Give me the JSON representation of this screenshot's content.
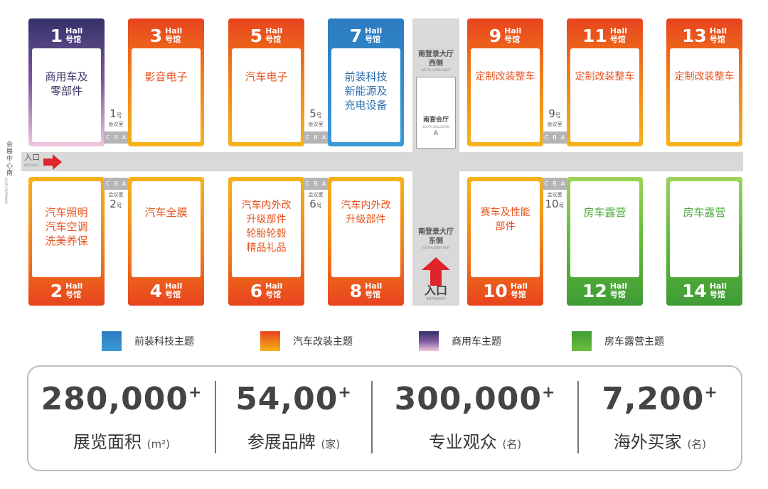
{
  "left_entrance": {
    "vertical_label": "会展中心南",
    "vertical_sub": "SOUTH ENTRANCE",
    "entry": "入口",
    "entry_sub": "ENTRANCE"
  },
  "halls": [
    {
      "num": "1",
      "hall": "Hall",
      "guan": "号馆",
      "desc": "商用车及\n零部件",
      "theme": "purple"
    },
    {
      "num": "3",
      "hall": "Hall",
      "guan": "号馆",
      "desc": "影音电子",
      "theme": "orange"
    },
    {
      "num": "5",
      "hall": "Hall",
      "guan": "号馆",
      "desc": "汽车电子",
      "theme": "orange"
    },
    {
      "num": "7",
      "hall": "Hall",
      "guan": "号馆",
      "desc": "前装科技\n新能源及\n充电设备",
      "theme": "blue"
    },
    {
      "num": "9",
      "hall": "Hall",
      "guan": "号馆",
      "desc": "定制改装整车",
      "theme": "orange"
    },
    {
      "num": "11",
      "hall": "Hall",
      "guan": "号馆",
      "desc": "定制改装整车",
      "theme": "orange"
    },
    {
      "num": "13",
      "hall": "Hall",
      "guan": "号馆",
      "desc": "定制改装整车",
      "theme": "orange"
    },
    {
      "num": "2",
      "hall": "Hall",
      "guan": "号馆",
      "desc": "汽车照明\n汽车空调\n洗美养保",
      "theme": "orange"
    },
    {
      "num": "4",
      "hall": "Hall",
      "guan": "号馆",
      "desc": "汽车全膜",
      "theme": "orange"
    },
    {
      "num": "6",
      "hall": "Hall",
      "guan": "号馆",
      "desc": "汽车内外改\n升级部件\n轮胎轮毂\n精品礼品",
      "theme": "orange"
    },
    {
      "num": "8",
      "hall": "Hall",
      "guan": "号馆",
      "desc": "汽车内外改\n升级部件",
      "theme": "orange"
    },
    {
      "num": "10",
      "hall": "Hall",
      "guan": "号馆",
      "desc": "赛车及性能\n部件",
      "theme": "orange"
    },
    {
      "num": "12",
      "hall": "Hall",
      "guan": "号馆",
      "desc": "房车露营",
      "theme": "green"
    },
    {
      "num": "14",
      "hall": "Hall",
      "guan": "号馆",
      "desc": "房车露营",
      "theme": "green"
    }
  ],
  "meeting_rooms": [
    {
      "num": "1",
      "hao": "号",
      "label": "会议室"
    },
    {
      "num": "5",
      "hao": "号",
      "label": "会议室"
    },
    {
      "num": "9",
      "hao": "号",
      "label": "会议室"
    },
    {
      "num": "2",
      "hao": "号",
      "label": "会议室"
    },
    {
      "num": "6",
      "hao": "号",
      "label": "会议室"
    },
    {
      "num": "10",
      "hao": "号",
      "label": "会议室"
    }
  ],
  "cba": [
    "C",
    "B",
    "A"
  ],
  "lobby": {
    "west": "南登录大厅\n西侧",
    "west_sub": "SOUTH LOBBY WEST",
    "ballroom": "南宴会厅",
    "ballroom_sub": "SOUTH BALLROOM",
    "ballroom_letter": "A",
    "east": "南登录大厅\n东侧",
    "east_sub": "SOUTH LOBBY EAST",
    "entry": "入口",
    "entry_sub": "ENTRANCE"
  },
  "legend": [
    {
      "label": "前装科技主题",
      "color": "#2f8fd0"
    },
    {
      "label": "汽车改装主题",
      "color": "#f07a1a"
    },
    {
      "label": "商用车主题",
      "color": "#6a4c8c"
    },
    {
      "label": "房车露营主题",
      "color": "#6cbf3d"
    }
  ],
  "stats": [
    {
      "value": "280,000",
      "plus": "+",
      "caption": "展览面积",
      "unit": "(m²)"
    },
    {
      "value": "54,00",
      "plus": "+",
      "caption": "参展品牌",
      "unit": "(家)"
    },
    {
      "value": "300,000",
      "plus": "+",
      "caption": "专业观众",
      "unit": "(名)"
    },
    {
      "value": "7,200",
      "plus": "+",
      "caption": "海外买家",
      "unit": "(名)"
    }
  ],
  "colors": {
    "orange": "#f07a1a",
    "blue": "#2f8fd0",
    "purple": "#6a4c8c",
    "green": "#6cbf3d",
    "arrow": "#e0242a"
  }
}
